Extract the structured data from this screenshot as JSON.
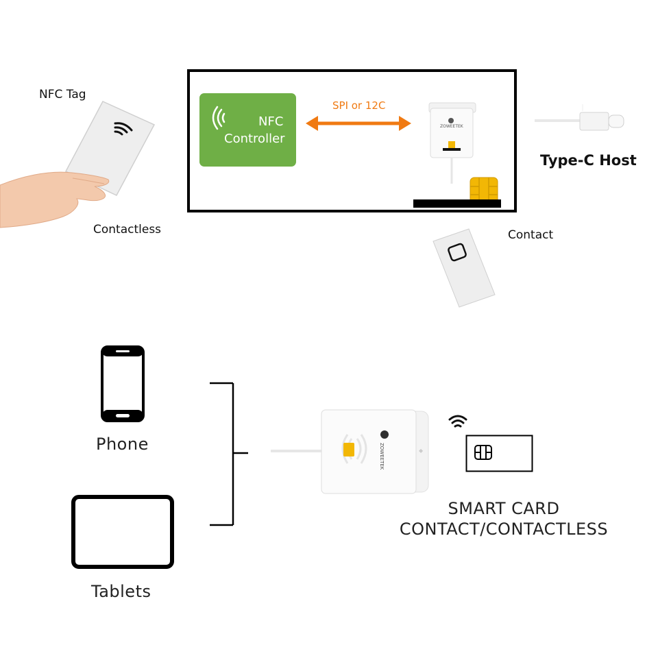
{
  "top": {
    "nfc_tag_label": "NFC Tag",
    "contactless_label": "Contactless",
    "nfc_controller_line1": "NFC",
    "nfc_controller_line2": "Controller",
    "bus_label": "SPI  or 12C",
    "host_label": "Type-C Host",
    "contact_label": "Contact"
  },
  "bottom": {
    "phone_label": "Phone",
    "tablet_label": "Tablets",
    "card_label_line1": "SMART CARD",
    "card_label_line2": "CONTACT/CONTACTLESS"
  },
  "colors": {
    "controller_green": "#6faf46",
    "arrow_orange": "#f07a12",
    "chip_gold": "#f2b705"
  }
}
